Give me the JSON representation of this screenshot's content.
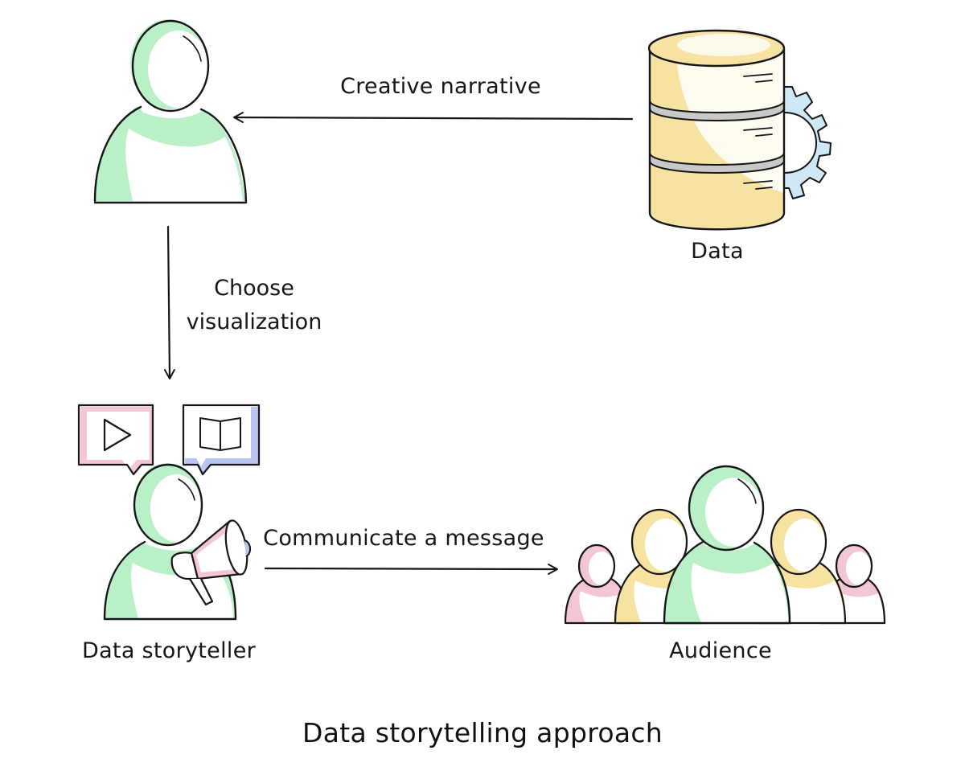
{
  "diagram": {
    "title": "Data storytelling approach",
    "nodes": {
      "data": {
        "label": "Data",
        "icon": "database-gear-icon"
      },
      "storyteller_top": {
        "label": "",
        "icon": "person-icon"
      },
      "storyteller": {
        "label": "Data storyteller",
        "icon": "person-megaphone-icon"
      },
      "audience": {
        "label": "Audience",
        "icon": "audience-group-icon"
      }
    },
    "edges": {
      "creative_narrative": {
        "from": "Data",
        "to": "storyteller",
        "label": "Creative narrative"
      },
      "choose_visualization": {
        "from": "storyteller",
        "to": "Data storyteller",
        "label_line1": "Choose",
        "label_line2": "visualization"
      },
      "communicate": {
        "from": "Data storyteller",
        "to": "Audience",
        "label": "Communicate a message"
      }
    }
  },
  "colors": {
    "green": "#b9f0c8",
    "yellow": "#f6e3a1",
    "pink": "#f2c6d3",
    "blue": "#bcc5f2",
    "light_blue": "#cfe8f6",
    "gray": "#c9c9c9",
    "stroke": "#161616"
  }
}
